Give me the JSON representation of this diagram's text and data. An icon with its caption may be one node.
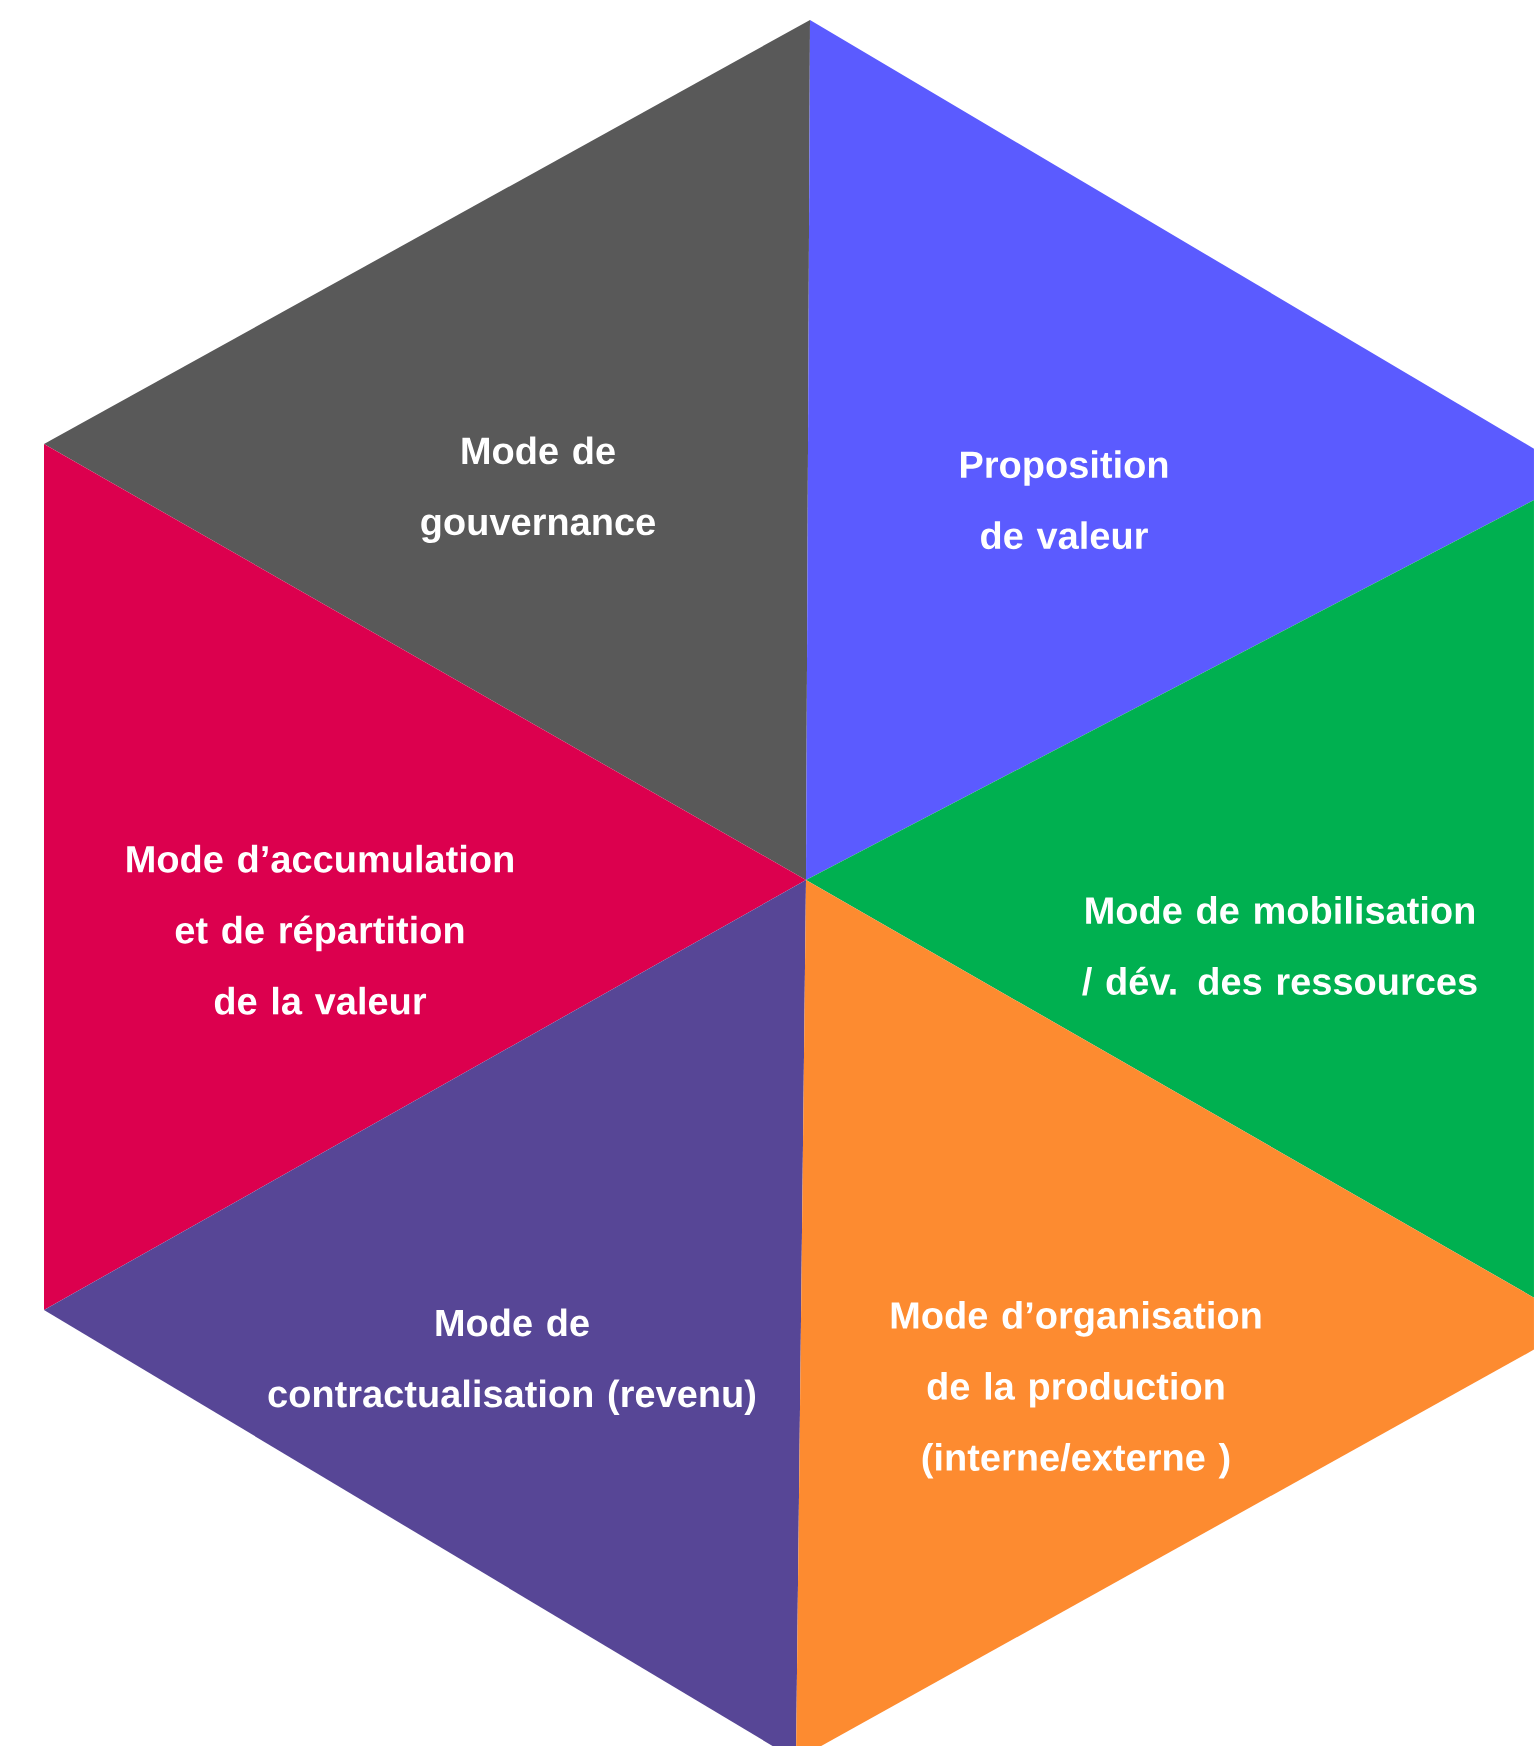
{
  "diagram": {
    "nodes": [
      {
        "text": [
          "Mode de gouvernance"
        ]
      },
      {
        "text": [
          "Proposition de valeur"
        ]
      },
      {
        "text": [
          "Mode d’accumulation et de répartition de la valeur"
        ]
      },
      {
        "text": [
          "Mode de mobilisation / dév. des ressources"
        ]
      },
      {
        "text": [
          "Mode de contractualisation (revenu)"
        ]
      },
      {
        "text": [
          "Mode d’organisation de la production (interne/externe )"
        ]
      }
    ]
  }
}
